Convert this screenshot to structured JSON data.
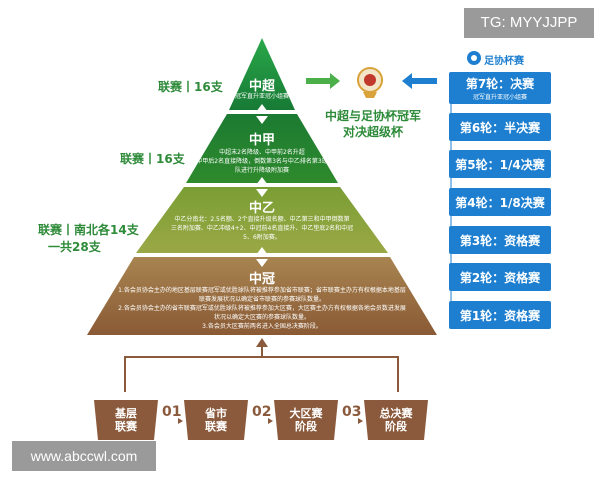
{
  "watermark": "TG: MYYJJPP",
  "site": "www.abccwl.com",
  "logo": {
    "text": "足协杯赛"
  },
  "cup": {
    "line1": "中超与足协杯冠军",
    "line2": "对决超级杯"
  },
  "side_labels": {
    "csl": "联赛丨16支",
    "cl1": "联赛丨16支",
    "cl2_line1": "联赛丨南北各14支",
    "cl2_line2": "一共28支"
  },
  "tiers": [
    {
      "title": "中超",
      "desc": [
        "冠军直升亚冠小组赛"
      ]
    },
    {
      "title": "中甲",
      "desc": [
        "中超末2名降级、中甲前2名升超",
        "中甲后2名直接降级，倒数第3名与中乙排名第3球",
        "队进行升降级附加赛"
      ]
    },
    {
      "title": "中乙",
      "desc": [
        "中乙分南北：2.5名额、2个直接升级名额、中乙第三和中甲倒数第",
        "三名附加赛、中乙冲级4+2、中冠前4名直接升、中乙垫底2名和中冠",
        "5、6附加赛。"
      ]
    },
    {
      "title": "中冠",
      "desc": [
        "1.各会员协会主办的地区基层联赛冠军或优胜球队将被推荐参加省市联赛；省市联赛主办方有权根据本地基层",
        "联赛发展状况以确定省市联赛的参赛球队数量。",
        "2.各会员协会主办的省市联赛冠军或优胜球队将被推荐参加大区赛，大区赛主办方有权根据各地会员数进发展",
        "状况以确定大区赛的参赛球队数量。",
        "3.各会员大区赛前两名进入全国总决赛阶段。"
      ]
    }
  ],
  "rounds": [
    "第7轮：决赛",
    "冠军直升亚冠小组赛",
    "第6轮：半决赛",
    "第5轮：1/4决赛",
    "第4轮：1/8决赛",
    "第3轮：资格赛",
    "第2轮：资格赛",
    "第1轮：资格赛"
  ],
  "stages": [
    {
      "line1": "基层",
      "line2": "联赛"
    },
    {
      "line1": "省市",
      "line2": "联赛"
    },
    {
      "line1": "大区赛",
      "line2": "阶段"
    },
    {
      "line1": "总决赛",
      "line2": "阶段"
    }
  ],
  "stage_nums": [
    "01",
    "02",
    "03"
  ],
  "colors": {
    "csl": "#1f8a3b",
    "cl1": "#3a8e2a",
    "cl2": "#86a63a",
    "amateur": "#9a6a3a",
    "round_box": "#1e7fd0",
    "stage": "#8b5a3c",
    "label_green": "#2e8b3a"
  }
}
